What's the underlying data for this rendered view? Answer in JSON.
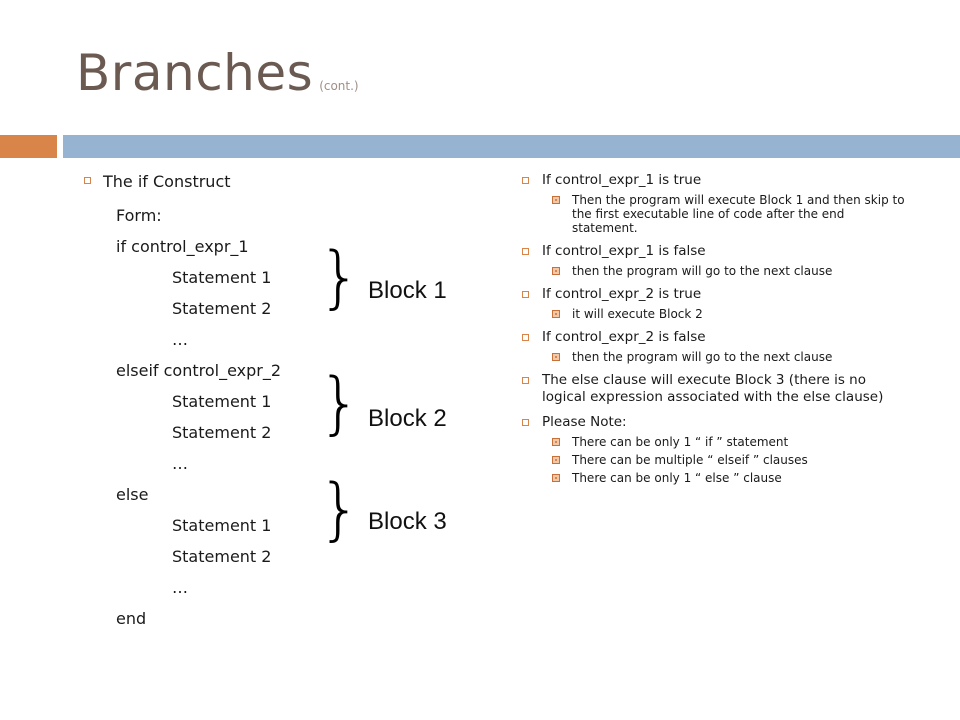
{
  "slide": {
    "title": "Branches",
    "title_suffix": "(cont.)",
    "colors": {
      "accent_orange": "#d9854a",
      "accent_blue": "#96b3d2",
      "title": "#6b5a51"
    }
  },
  "left": {
    "heading": "The if Construct",
    "lines": [
      "Form:",
      "if control_expr_1",
      "Statement 1",
      "Statement 2",
      "…",
      "elseif control_expr_2",
      "Statement 1",
      "Statement 2",
      "…",
      "else",
      "Statement 1",
      "Statement 2",
      "…",
      "end"
    ],
    "braces": [
      "}",
      "}",
      "}"
    ],
    "blocks": [
      "Block 1",
      "Block 2",
      "Block 3"
    ]
  },
  "right": {
    "items": [
      {
        "text": "If control_expr_1 is true",
        "subs": [
          "Then the program will execute Block 1 and then skip to the first executable line of code after the end statement."
        ]
      },
      {
        "text": "If control_expr_1 is false",
        "subs": [
          "then the program will go to the next clause"
        ]
      },
      {
        "text": "If control_expr_2 is true",
        "subs": [
          "it will execute Block 2"
        ]
      },
      {
        "text": "If control_expr_2 is false",
        "subs": [
          "then the program will go to the next clause"
        ]
      },
      {
        "text": "The else clause will execute Block 3 (there is no logical expression associated with the else clause)",
        "subs": []
      },
      {
        "text": "Please Note:",
        "subs": [
          "There can be only 1 “ if ” statement",
          "There can be multiple “ elseif ” clauses",
          "There can be only 1 “ else ” clause"
        ]
      }
    ]
  }
}
